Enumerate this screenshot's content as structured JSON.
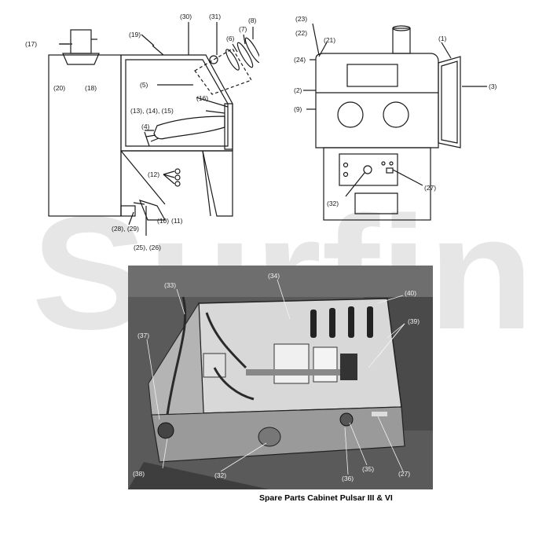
{
  "watermark": {
    "text": "Surfin"
  },
  "caption": "Spare Parts Cabinet Pulsar III & VI",
  "callouts": {
    "side": [
      "(17)",
      "(20)",
      "(18)",
      "(19)",
      "(30)",
      "(31)",
      "(6)",
      "(7)",
      "(8)",
      "(5)",
      "(16)",
      "(13), (14), (15)",
      "(4)",
      "(12)",
      "(10)",
      "(11)",
      "(28), (29)",
      "(25), (26)"
    ],
    "front": [
      "(23)",
      "(22)",
      "(21)",
      "(1)",
      "(24)",
      "(2)",
      "(3)",
      "(9)",
      "(27)",
      "(32)"
    ],
    "photo": [
      "(33)",
      "(34)",
      "(40)",
      "(39)",
      "(37)",
      "(38)",
      "(32)",
      "(36)",
      "(35)",
      "(27)"
    ]
  },
  "colors": {
    "line": "#1a1a1a",
    "watermark": "#e6e6e6",
    "photo_bg": "#5a5a5a"
  }
}
